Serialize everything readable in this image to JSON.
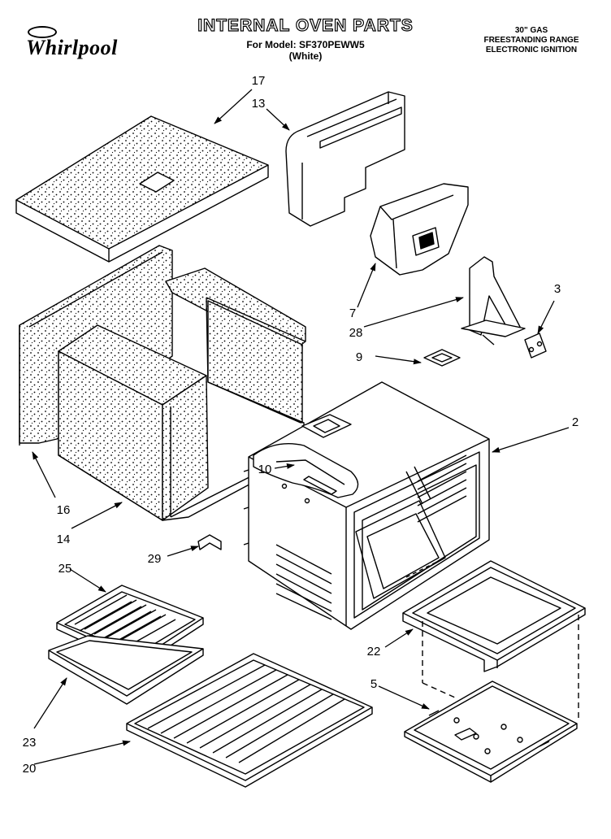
{
  "header": {
    "brand": "Whirlpool",
    "title": "INTERNAL OVEN PARTS",
    "model_line": "For Model: SF370PEWW5",
    "color_line": "(White)",
    "spec_lines": [
      "30\" GAS",
      "FREESTANDING RANGE",
      "ELECTRONIC IGNITION"
    ]
  },
  "callouts": [
    "17",
    "13",
    "7",
    "28",
    "3",
    "9",
    "2",
    "10",
    "16",
    "14",
    "29",
    "25",
    "23",
    "20",
    "22",
    "5"
  ],
  "colors": {
    "ink": "#000000",
    "paper": "#ffffff"
  }
}
